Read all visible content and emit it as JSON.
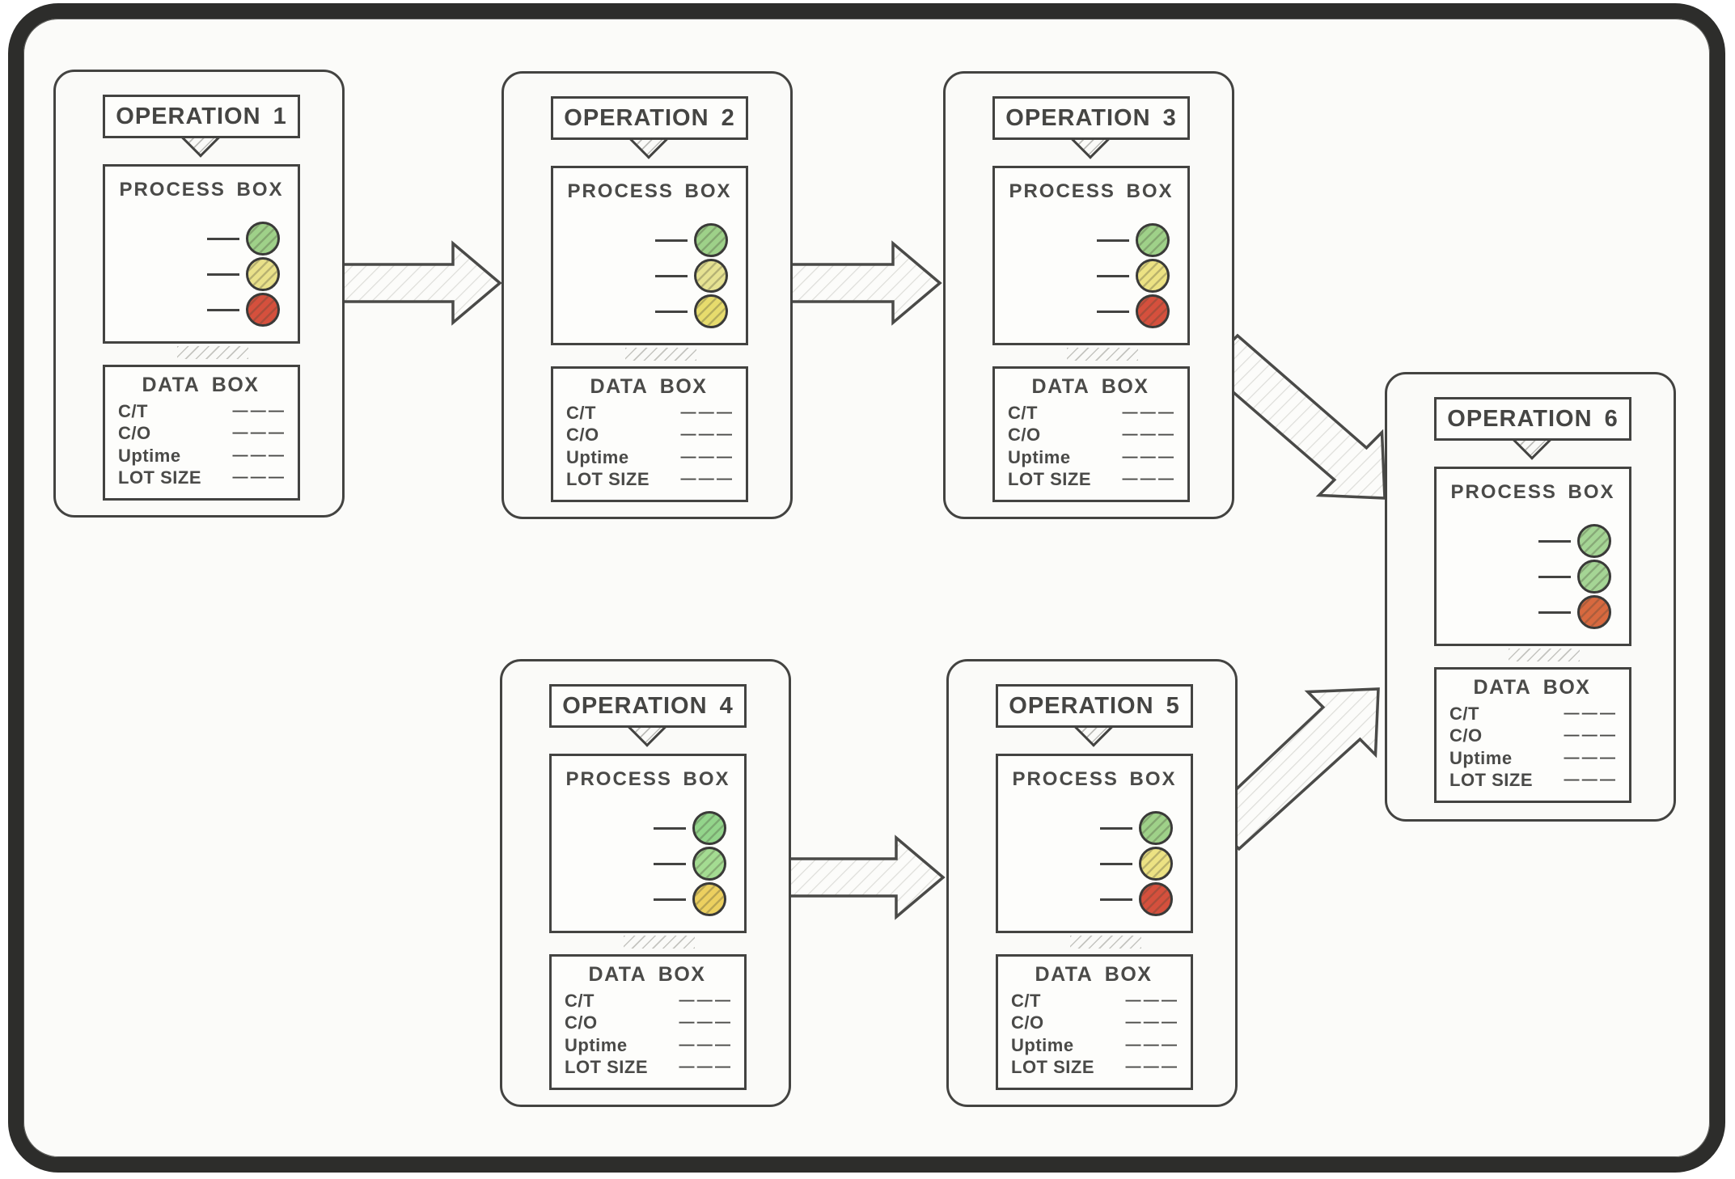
{
  "labels": {
    "process_box": "PROCESS BOX",
    "data_box": "DATA BOX"
  },
  "data_rows": [
    {
      "label": "C/T",
      "value": "— — —"
    },
    {
      "label": "C/O",
      "value": "— — —"
    },
    {
      "label": "Uptime",
      "value": "— — —"
    },
    {
      "label": "LOT SIZE",
      "value": "— — —"
    }
  ],
  "cards": [
    {
      "title": "OPERATION 1",
      "dots": [
        {
          "name": "green-dot",
          "color": "#9fd189"
        },
        {
          "name": "yellow-dot",
          "color": "#e9e18a"
        },
        {
          "name": "red-dot",
          "color": "#d5503d"
        }
      ]
    },
    {
      "title": "OPERATION 2",
      "dots": [
        {
          "name": "green-dot",
          "color": "#9ed189"
        },
        {
          "name": "pale-yellow-dot",
          "color": "#e6e292"
        },
        {
          "name": "yellow-dot",
          "color": "#e7dc6d"
        }
      ]
    },
    {
      "title": "OPERATION 3",
      "dots": [
        {
          "name": "green-dot",
          "color": "#9fd189"
        },
        {
          "name": "yellow-dot",
          "color": "#ece283"
        },
        {
          "name": "red-dot",
          "color": "#d5503d"
        }
      ]
    },
    {
      "title": "OPERATION 4",
      "dots": [
        {
          "name": "green-dot",
          "color": "#93d58b"
        },
        {
          "name": "green-dot",
          "color": "#a4dc92"
        },
        {
          "name": "gold-dot",
          "color": "#ecd05f"
        }
      ]
    },
    {
      "title": "OPERATION 5",
      "dots": [
        {
          "name": "green-dot",
          "color": "#9fd189"
        },
        {
          "name": "yellow-dot",
          "color": "#ece283"
        },
        {
          "name": "red-dot",
          "color": "#d5503d"
        }
      ]
    },
    {
      "title": "OPERATION 6",
      "dots": [
        {
          "name": "green-dot",
          "color": "#a5d595"
        },
        {
          "name": "green-dot",
          "color": "#a5d595"
        },
        {
          "name": "orange-dot",
          "color": "#d8693f"
        }
      ]
    }
  ],
  "connections": [
    {
      "from": "OPERATION 1",
      "to": "OPERATION 2"
    },
    {
      "from": "OPERATION 2",
      "to": "OPERATION 3"
    },
    {
      "from": "OPERATION 3",
      "to": "OPERATION 6"
    },
    {
      "from": "OPERATION 4",
      "to": "OPERATION 5"
    },
    {
      "from": "OPERATION 5",
      "to": "OPERATION 6"
    }
  ],
  "colors": {
    "frame": "#2d2d2b",
    "card_border": "#434341",
    "text": "#4a4a48",
    "canvas_bg": "#fbfbf9",
    "arrow_outline": "#4a4a48"
  }
}
